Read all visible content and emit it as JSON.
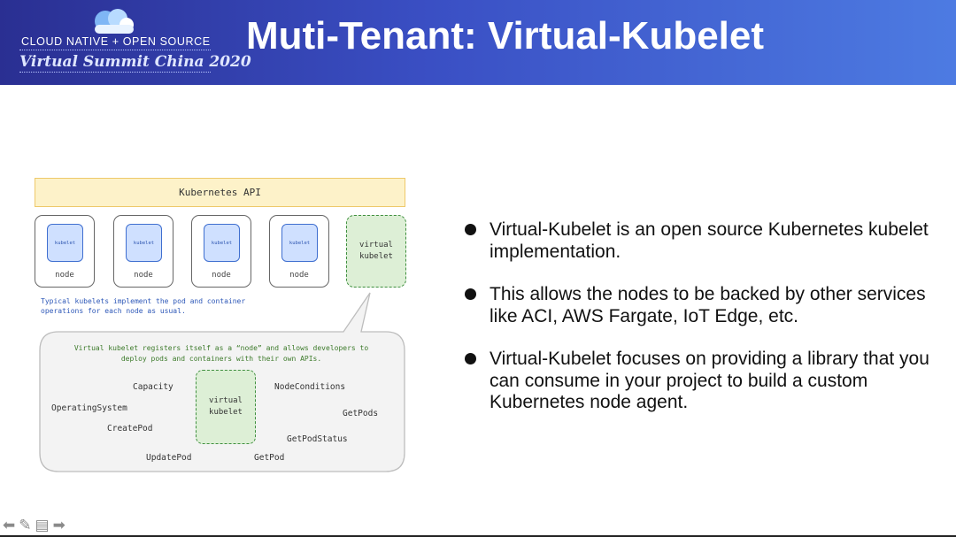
{
  "header": {
    "logo_line1": "CLOUD NATIVE + OPEN SOURCE",
    "logo_line2": "Virtual Summit China 2020",
    "title": "Muti-Tenant: Virtual-Kubelet"
  },
  "diagram": {
    "api_label": "Kubernetes API",
    "nodes": [
      {
        "kubelet": "kubelet",
        "label": "node"
      },
      {
        "kubelet": "kubelet",
        "label": "node"
      },
      {
        "kubelet": "kubelet",
        "label": "node"
      },
      {
        "kubelet": "kubelet",
        "label": "node"
      }
    ],
    "virtual_node_label": "virtual\nkubelet",
    "typical_note": "Typical kubelets implement the pod and container\noperations for each node as usual.",
    "bubble_note": "Virtual kubelet registers itself as a “node” and allows developers to\ndeploy pods and containers with their own APIs.",
    "bubble_center_label": "virtual\nkubelet",
    "methods": {
      "capacity": "Capacity",
      "node_conditions": "NodeConditions",
      "operating_system": "OperatingSystem",
      "get_pods": "GetPods",
      "create_pod": "CreatePod",
      "get_pod_status": "GetPodStatus",
      "update_pod": "UpdatePod",
      "get_pod": "GetPod"
    }
  },
  "bullets": [
    "Virtual-Kubelet is an open source Kubernetes kubelet implementation.",
    "This allows the nodes to be backed by other services like ACI, AWS Fargate, IoT Edge, etc.",
    "Virtual-Kubelet focuses on providing a library that you can consume in your project to build a custom Kubernetes node agent."
  ],
  "nav": {
    "icons": [
      "back-arrow-icon",
      "pen-icon",
      "notes-icon",
      "forward-arrow-icon"
    ]
  },
  "colors": {
    "header_start": "#2a2f92",
    "header_end": "#4d7be2",
    "api_fill": "#fdf2c9",
    "kubelet_fill": "#cfe0ff",
    "virtual_fill": "#ddefd6"
  }
}
